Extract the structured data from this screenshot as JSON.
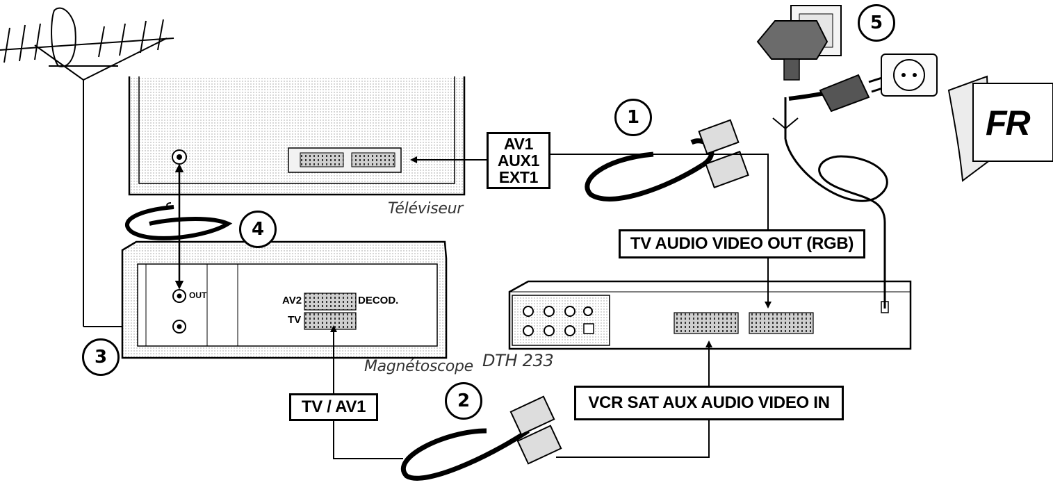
{
  "labels": {
    "av_lines": [
      "AV1",
      "AUX1",
      "EXT1"
    ],
    "tv_audio_video_out": "TV AUDIO VIDEO OUT (RGB)",
    "vcr_sat_aux_in": "VCR SAT AUX AUDIO VIDEO IN",
    "tv_av1": "TV / AV1"
  },
  "captions": {
    "televiseur": "Téléviseur",
    "magnetoscope": "Magnétoscope",
    "dth": "DTH 233"
  },
  "steps": [
    "1",
    "2",
    "3",
    "4",
    "5"
  ],
  "vcr_ports": {
    "av2": "AV2",
    "decod": "DECOD.",
    "tv": "TV",
    "out": "OUT"
  },
  "language_badge": "FR",
  "icons": [
    "antenna-icon",
    "scart-cable-icon",
    "coax-cable-icon",
    "power-plug-icon",
    "wall-socket-icon"
  ]
}
